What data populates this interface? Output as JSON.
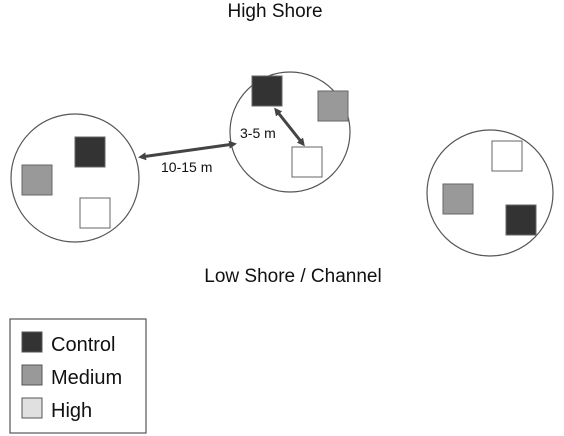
{
  "labels": {
    "top": "High Shore",
    "bottom": "Low Shore / Channel",
    "distance_between_plots": "10-15 m",
    "distance_within_plot": "3-5 m"
  },
  "treatments": [
    {
      "key": "control",
      "label": "Control",
      "color": "#333333"
    },
    {
      "key": "medium",
      "label": "Medium",
      "color": "#999999"
    },
    {
      "key": "high",
      "label": "High",
      "color": "#ffffff"
    }
  ],
  "legend": [
    {
      "label": "Control",
      "color": "#333333"
    },
    {
      "label": "Medium",
      "color": "#999999"
    },
    {
      "label": "High",
      "color": "#e0e0e0"
    }
  ],
  "plots": [
    {
      "name": "left-plot",
      "treatments": [
        "medium",
        "control",
        "high"
      ]
    },
    {
      "name": "middle-plot",
      "treatments": [
        "control",
        "medium",
        "high"
      ]
    },
    {
      "name": "right-plot",
      "treatments": [
        "high",
        "medium",
        "control"
      ]
    }
  ],
  "colors": {
    "outline": "#555555",
    "arrow": "#444444"
  }
}
